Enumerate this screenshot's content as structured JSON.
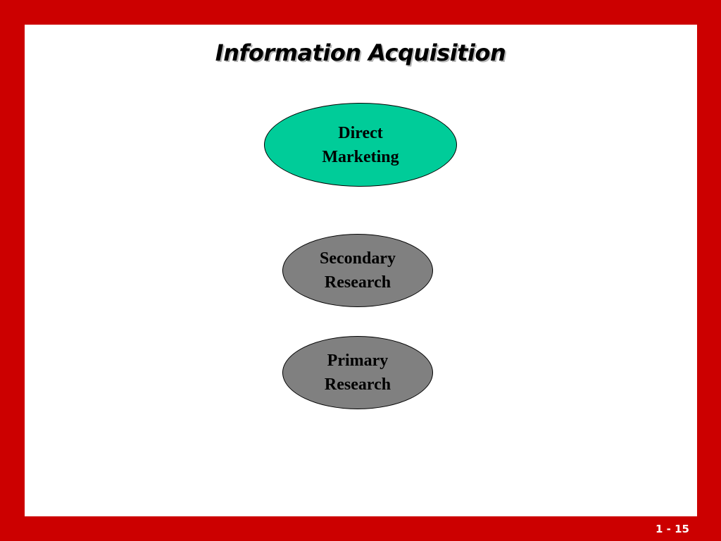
{
  "title": "Information Acquisition",
  "nodes": [
    {
      "line1": "Direct",
      "line2": "Marketing",
      "fill": "#00cc99"
    },
    {
      "line1": "Secondary",
      "line2": "Research",
      "fill": "#808080"
    },
    {
      "line1": "Primary",
      "line2": "Research",
      "fill": "#808080"
    }
  ],
  "slide_number": "1 - 15",
  "colors": {
    "frame": "#cc0000",
    "background": "#ffffff",
    "title_shadow": "#b8b8b8"
  }
}
